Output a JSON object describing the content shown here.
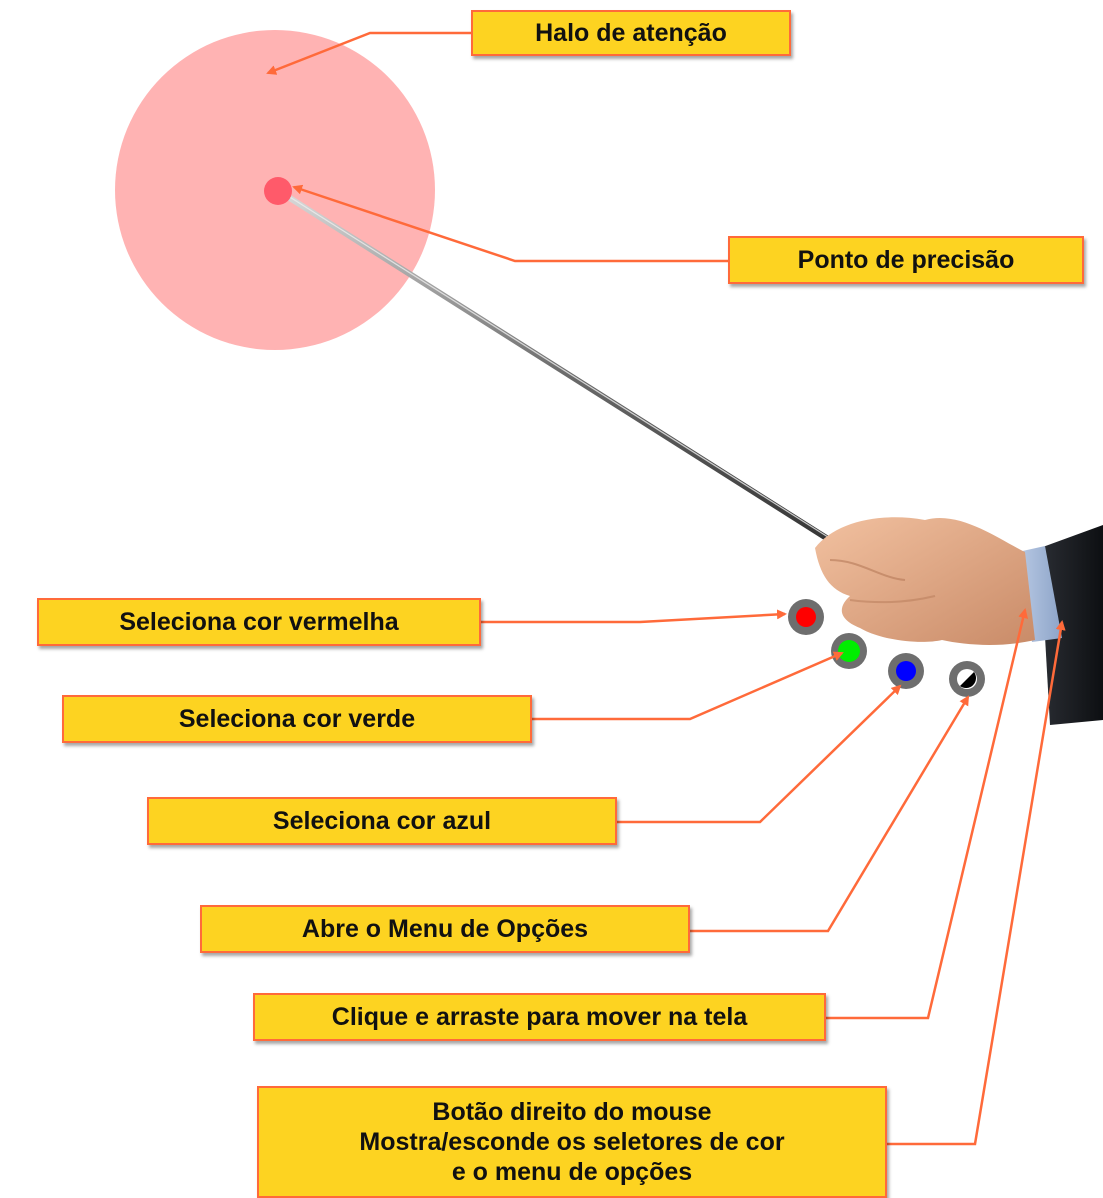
{
  "labels": {
    "halo": "Halo de atenção",
    "ponto": "Ponto de precisão",
    "vermelha": "Seleciona cor vermelha",
    "verde": "Seleciona cor verde",
    "azul": "Seleciona cor azul",
    "menu": "Abre o Menu de Opções",
    "mover": "Clique e arraste para mover na tela",
    "direito": [
      "Botão direito do mouse",
      "Mostra/esconde os seletores de cor",
      "e o menu de opções"
    ]
  },
  "colors": {
    "label_fill": "#fdd321",
    "label_border": "#ff6a3a",
    "arrow": "#ff6a3a",
    "halo": "#ffb3b3",
    "dot": "#ff5a6a",
    "red_button": "#ff0000",
    "green_button": "#00ff00",
    "blue_button": "#0000ff"
  },
  "icons": {
    "red": "color-red-icon",
    "green": "color-green-icon",
    "blue": "color-blue-icon",
    "options": "options-half-circle-icon"
  }
}
